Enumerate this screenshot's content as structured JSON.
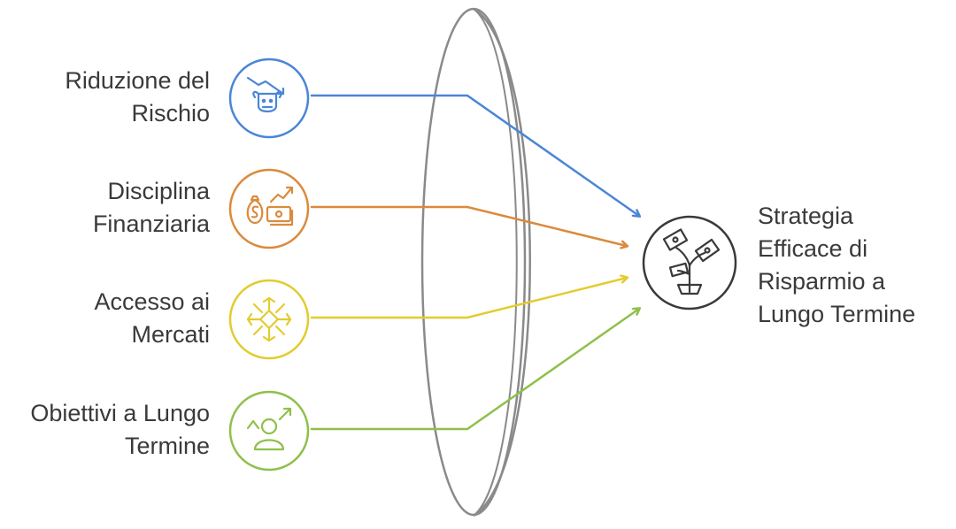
{
  "inputs": [
    {
      "id": "riduzione",
      "lines": [
        "Riduzione del",
        "Rischio"
      ],
      "color": "#4a86d6",
      "icon": "bull-market-decline-icon"
    },
    {
      "id": "disciplina",
      "lines": [
        "Disciplina",
        "Finanziaria"
      ],
      "color": "#db8a3c",
      "icon": "money-growth-icon"
    },
    {
      "id": "accesso",
      "lines": [
        "Accesso ai",
        "Mercati"
      ],
      "color": "#e2cc2e",
      "icon": "market-network-icon"
    },
    {
      "id": "obiettivi",
      "lines": [
        "Obiettivi a Lungo",
        "Termine"
      ],
      "color": "#8fc04a",
      "icon": "person-goal-icon"
    }
  ],
  "output": {
    "lines": [
      "Strategia",
      "Efficace di",
      "Risparmio a",
      "Lungo Termine"
    ],
    "color": "#3a3a3a",
    "icon": "money-plant-icon"
  },
  "lens": {
    "color": "#8a8a8a"
  }
}
